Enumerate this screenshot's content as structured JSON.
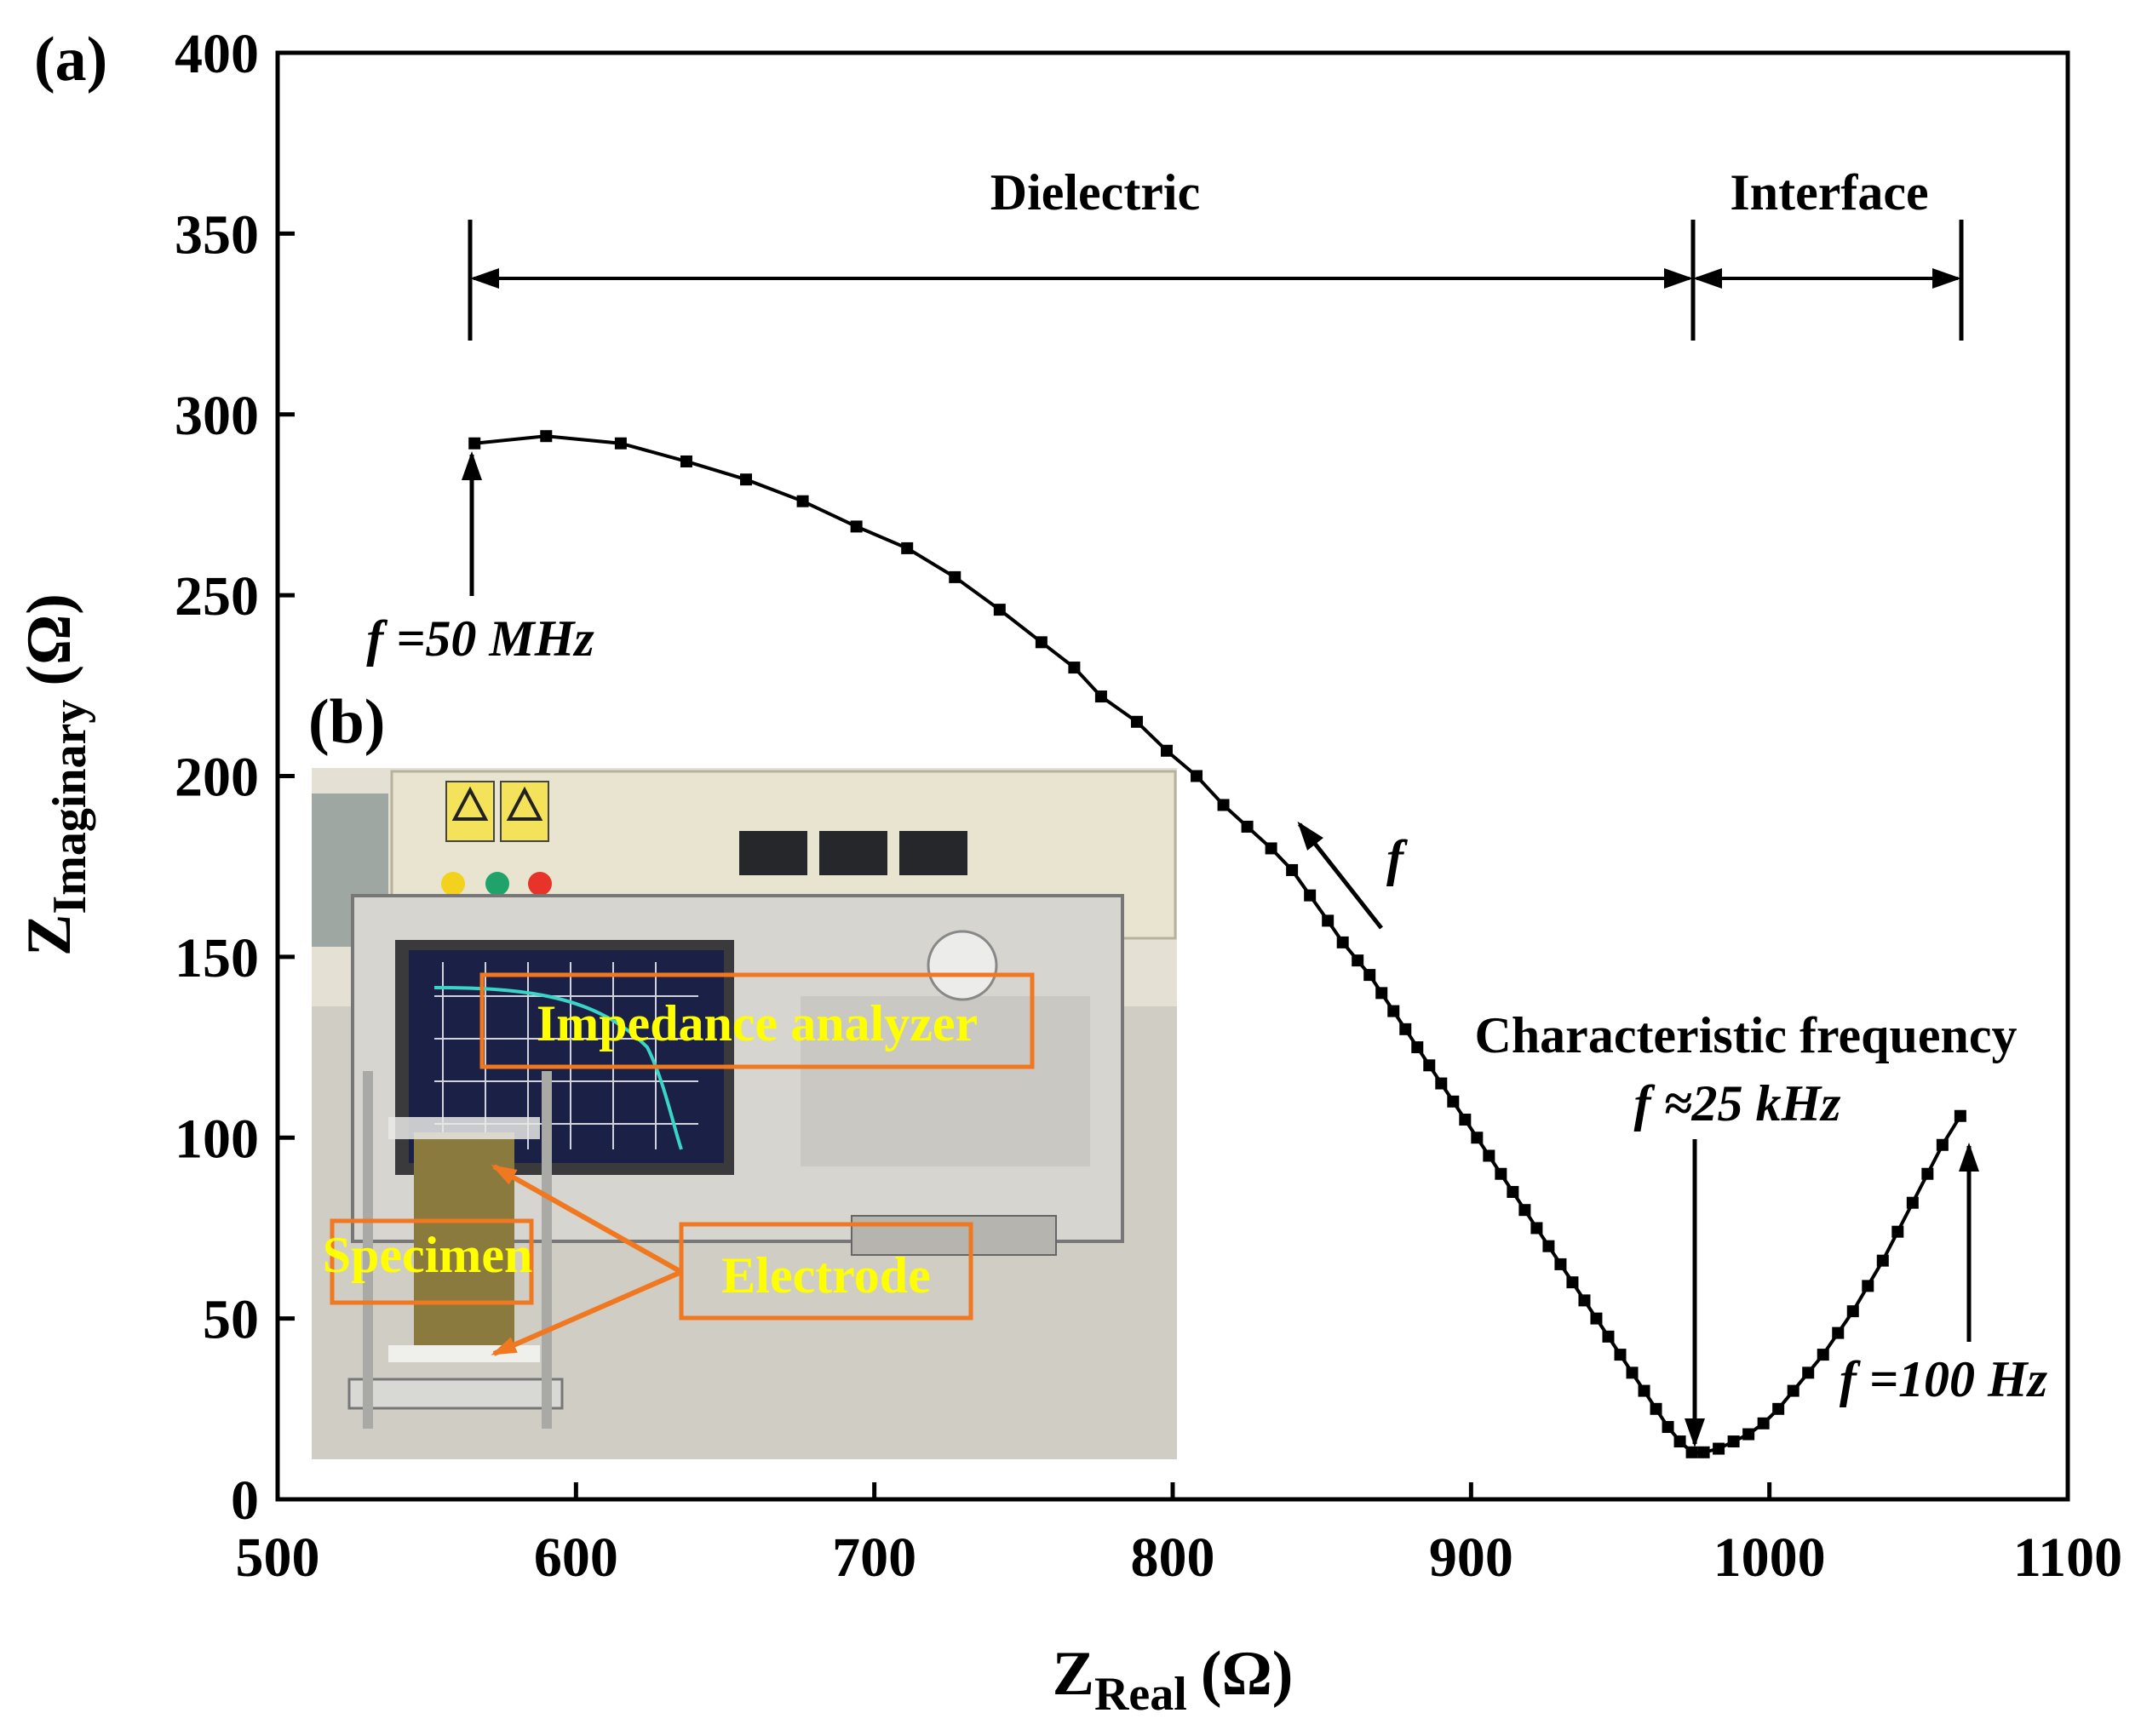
{
  "chart_data": {
    "type": "scatter",
    "panel_label": "(a)",
    "xlabel": "Z",
    "xlabel_sub": "Real",
    "xlabel_unit": "(Ω)",
    "ylabel": "Z",
    "ylabel_sub": "Imaginary",
    "ylabel_unit": "(Ω)",
    "xlim": [
      500,
      1100
    ],
    "ylim": [
      0,
      400
    ],
    "xticks": [
      500,
      600,
      700,
      800,
      900,
      1000,
      1100
    ],
    "yticks": [
      0,
      50,
      100,
      150,
      200,
      250,
      300,
      350,
      400
    ],
    "grid": false,
    "marker": "square",
    "series": [
      {
        "dielectric_points": [
          [
            566,
            292
          ],
          [
            590,
            294
          ],
          [
            615,
            292
          ],
          [
            637,
            287
          ],
          [
            657,
            282
          ],
          [
            676,
            276
          ],
          [
            694,
            269
          ],
          [
            711,
            263
          ],
          [
            727,
            255
          ],
          [
            742,
            246
          ],
          [
            756,
            237
          ],
          [
            767,
            230
          ],
          [
            776,
            222
          ],
          [
            788,
            215
          ],
          [
            798,
            207
          ],
          [
            808,
            200
          ],
          [
            817,
            192
          ],
          [
            825,
            186
          ],
          [
            833,
            180
          ],
          [
            840,
            174
          ],
          [
            846,
            167
          ],
          [
            852,
            160
          ],
          [
            857,
            154
          ],
          [
            862,
            149
          ],
          [
            866,
            145
          ],
          [
            870,
            140
          ],
          [
            874,
            135
          ],
          [
            878,
            130
          ],
          [
            882,
            125
          ],
          [
            886,
            120
          ],
          [
            890,
            115
          ],
          [
            894,
            110
          ],
          [
            898,
            105
          ],
          [
            902,
            100
          ],
          [
            906,
            95
          ],
          [
            910,
            90
          ],
          [
            914,
            85
          ],
          [
            918,
            80
          ],
          [
            922,
            75
          ],
          [
            926,
            70
          ],
          [
            930,
            65
          ],
          [
            934,
            60
          ],
          [
            938,
            55
          ],
          [
            942,
            50
          ],
          [
            946,
            45
          ],
          [
            950,
            40
          ],
          [
            954,
            35
          ],
          [
            958,
            30
          ],
          [
            962,
            25
          ],
          [
            966,
            20
          ],
          [
            970,
            16
          ],
          [
            974,
            13
          ]
        ],
        "interface_points": [
          [
            978,
            13
          ],
          [
            983,
            14
          ],
          [
            988,
            16
          ],
          [
            993,
            18
          ],
          [
            998,
            21
          ],
          [
            1003,
            25
          ],
          [
            1008,
            30
          ],
          [
            1013,
            35
          ],
          [
            1018,
            40
          ],
          [
            1023,
            46
          ],
          [
            1028,
            52
          ],
          [
            1033,
            59
          ],
          [
            1038,
            66
          ],
          [
            1043,
            74
          ],
          [
            1048,
            82
          ],
          [
            1053,
            90
          ],
          [
            1058,
            98
          ],
          [
            1064,
            106
          ]
        ]
      }
    ],
    "annotations": {
      "dielectric": "Dielectric",
      "interface": "Interface",
      "f_high": "f =50 MHz",
      "f_arrow": "f",
      "char_freq": "Characteristic frequency",
      "f_char": "f ≈25 kHz",
      "f_low": "f =100 Hz",
      "inset_label": "(b)"
    },
    "inset_photo": {
      "label_analyzer": "Impedance analyzer",
      "label_specimen": "Specimen",
      "label_electrode": "Electrode",
      "label_color": "#ffff00",
      "box_color": "#f07820"
    }
  }
}
